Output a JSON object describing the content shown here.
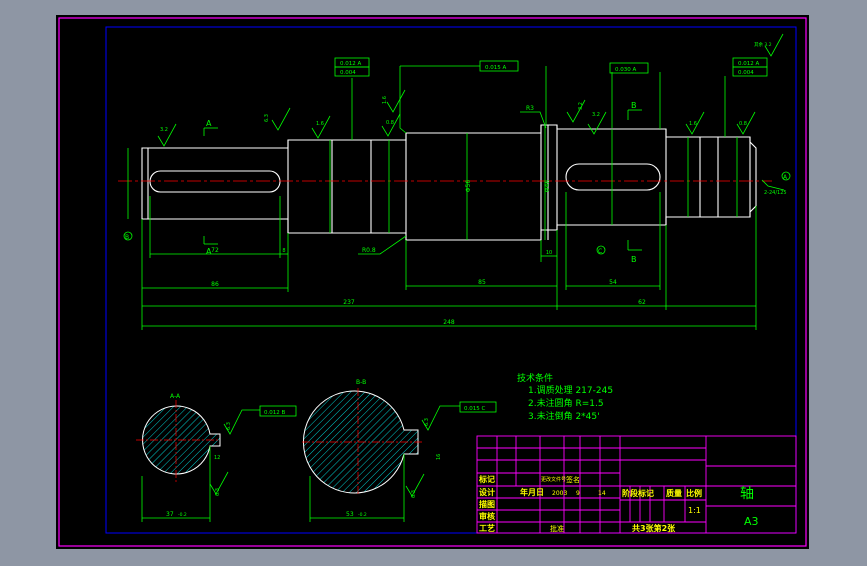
{
  "colors": {
    "background": "#8e96a4",
    "paper": "#000000",
    "frame": "#ff00ff",
    "border": "#0000ff",
    "outline": "#ffffff",
    "dimension": "#00ff00",
    "centerline": "#ff0000",
    "hatch": "#00ffff",
    "text_yellow": "#ffff00"
  },
  "tech_requirements": {
    "title": "技术条件",
    "line1": "1.调质处理 217-245",
    "line2": "2.未注圆角 R=1.5",
    "line3": "3.未注倒角 2*45'"
  },
  "dimensions": {
    "d_72": "72",
    "d_86": "86",
    "d_237": "237",
    "d_248": "248",
    "d_85": "85",
    "d_54": "54",
    "d_62": "62",
    "d_10": "10",
    "d_8": "8",
    "dia_56": "Φ56",
    "dia_46": "Φ46",
    "radius_r3": "R3",
    "radius_r0_8": "R0.8",
    "chamfer": "2-24/125",
    "sec_aa_dim": "37",
    "sec_bb_dim": "53",
    "tol_02": "-0.2",
    "key_aa": "12",
    "key_bb": "16"
  },
  "roughness": {
    "r1": "3.2",
    "r2": "6.3",
    "r3": "1.6",
    "r4": "1.6",
    "r5": "0.8",
    "r6": "3.2",
    "r7": "1.6",
    "r8": "0.8",
    "r9": "3.2",
    "r10": "6.3",
    "r11": "6.3",
    "r12": "6.3",
    "r13": "6.3",
    "r_other": "其余 3.2"
  },
  "tolerances": {
    "t1a": "0.012 A",
    "t1b": "0.004",
    "t2": "0.015 A",
    "t3": "0.030 A",
    "t4a": "0.012 A",
    "t4b": "0.004",
    "t5": "0.012 B",
    "t6": "0.015 C"
  },
  "section_labels": {
    "aa": "A-A",
    "bb": "B-B",
    "a_top": "A",
    "a_bottom": "A",
    "b_top": "B",
    "b_bottom": "B",
    "datum_b": "B",
    "datum_c": "C",
    "datum_a": "A"
  },
  "title_block": {
    "part_name": "轴",
    "sheet_size": "A3",
    "row_mark": "标记",
    "row_design": "设计",
    "row_draw": "描图",
    "row_check": "审核",
    "row_process": "工艺",
    "change_doc": "更改文件号",
    "signature": "签名",
    "date_label": "年月日",
    "year": "2003",
    "month": "9",
    "day": "14",
    "stage_mark": "阶段标记",
    "weight": "质量",
    "scale_label": "比例",
    "scale": "1:1",
    "sheets": "共3张第2张",
    "approve": "批准"
  }
}
